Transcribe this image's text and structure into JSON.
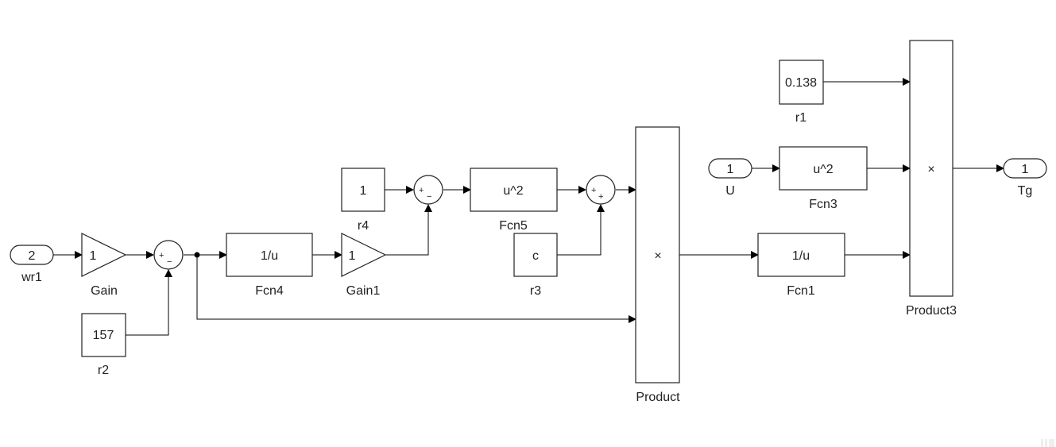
{
  "diagram": {
    "blocks": {
      "wr1": {
        "value": "2",
        "name": "wr1"
      },
      "gain": {
        "value": "1",
        "name": "Gain"
      },
      "r2": {
        "value": "157",
        "name": "r2"
      },
      "sum1": {
        "signs": [
          "+",
          "−"
        ]
      },
      "fcn4": {
        "value": "1/u",
        "name": "Fcn4"
      },
      "gain1": {
        "value": "1",
        "name": "Gain1"
      },
      "r4": {
        "value": "1",
        "name": "r4"
      },
      "sum2": {
        "signs": [
          "+",
          "−"
        ]
      },
      "fcn5": {
        "value": "u^2",
        "name": "Fcn5"
      },
      "sum3": {
        "signs": [
          "+",
          "+"
        ]
      },
      "r3": {
        "value": "c",
        "name": "r3"
      },
      "product": {
        "value": "×",
        "name": "Product"
      },
      "fcn1": {
        "value": "1/u",
        "name": "Fcn1"
      },
      "r1": {
        "value": "0.138",
        "name": "r1"
      },
      "u_in": {
        "value": "1",
        "name": "U"
      },
      "fcn3": {
        "value": "u^2",
        "name": "Fcn3"
      },
      "product3": {
        "value": "×",
        "name": "Product3"
      },
      "tg": {
        "value": "1",
        "name": "Tg"
      }
    }
  }
}
